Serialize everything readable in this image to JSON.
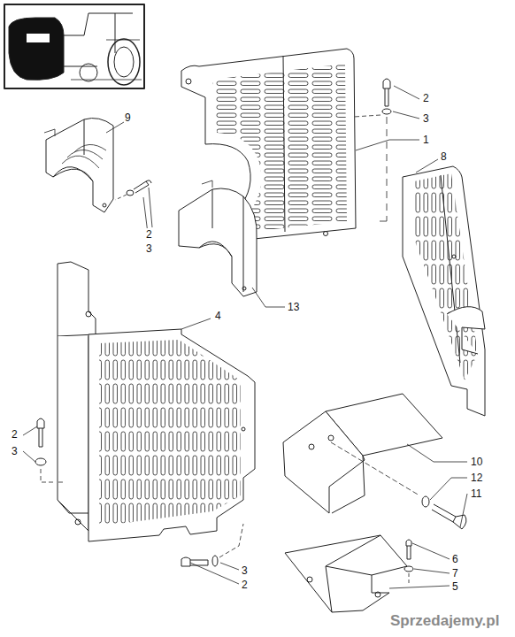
{
  "diagram": {
    "labels": [
      "2",
      "3",
      "1",
      "9",
      "2",
      "3",
      "8",
      "13",
      "4",
      "2",
      "3",
      "10",
      "12",
      "11",
      "3",
      "2",
      "6",
      "7",
      "5",
      "Sprzedajemy.pl"
    ]
  }
}
